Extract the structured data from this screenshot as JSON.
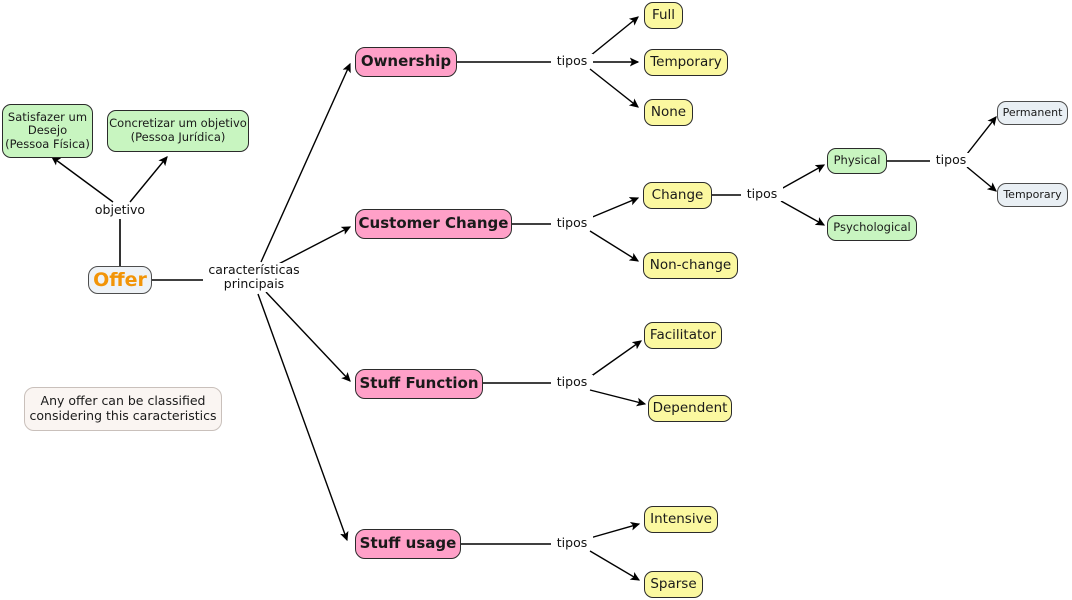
{
  "diagram": {
    "title": "Offer characteristics mind map",
    "background": "#ffffff",
    "palette": {
      "root_fill": "#eef2f6",
      "root_text": "#f29407",
      "green_fill": "#c8f5c0",
      "pink_fill": "#ffa0c8",
      "yellow_fill": "#fbf8a0",
      "gray_fill": "#e9eff4",
      "note_fill": "#faf5f2",
      "line": "#000000"
    }
  },
  "nodes": {
    "root": {
      "label": "Offer"
    },
    "objective_person": {
      "label": "Satisfazer um\nDesejo\n(Pessoa Física)"
    },
    "objective_company": {
      "label": "Concretizar um objetivo\n(Pessoa Jurídica)"
    },
    "ownership": {
      "label": "Ownership"
    },
    "ownership_full": {
      "label": "Full"
    },
    "ownership_temporary": {
      "label": "Temporary"
    },
    "ownership_none": {
      "label": "None"
    },
    "customer_change": {
      "label": "Customer Change"
    },
    "change": {
      "label": "Change"
    },
    "non_change": {
      "label": "Non-change"
    },
    "physical": {
      "label": "Physical"
    },
    "psychological": {
      "label": "Psychological"
    },
    "permanent": {
      "label": "Permanent"
    },
    "temporary": {
      "label": "Temporary"
    },
    "stuff_function": {
      "label": "Stuff Function"
    },
    "facilitator": {
      "label": "Facilitator"
    },
    "dependent": {
      "label": "Dependent"
    },
    "stuff_usage": {
      "label": "Stuff usage"
    },
    "intensive": {
      "label": "Intensive"
    },
    "sparse": {
      "label": "Sparse"
    },
    "note": {
      "label": "Any offer can be classified\nconsidering this caracteristics"
    }
  },
  "edge_labels": {
    "objetivo": "objetivo",
    "caracteristicas_principais": "características\nprincipais",
    "tipos_ownership": "tipos",
    "tipos_customer_change": "tipos",
    "tipos_change": "tipos",
    "tipos_physical": "tipos",
    "tipos_stuff_function": "tipos",
    "tipos_stuff_usage": "tipos"
  },
  "hierarchy": {
    "root": "Offer",
    "branches": [
      {
        "relation": "objetivo",
        "children": [
          "Satisfazer um Desejo (Pessoa Física)",
          "Concretizar um objetivo (Pessoa Jurídica)"
        ]
      },
      {
        "relation": "características principais",
        "children": [
          {
            "name": "Ownership",
            "relation": "tipos",
            "children": [
              "Full",
              "Temporary",
              "None"
            ]
          },
          {
            "name": "Customer Change",
            "relation": "tipos",
            "children": [
              {
                "name": "Change",
                "relation": "tipos",
                "children": [
                  {
                    "name": "Physical",
                    "relation": "tipos",
                    "children": [
                      "Permanent",
                      "Temporary"
                    ]
                  },
                  "Psychological"
                ]
              },
              "Non-change"
            ]
          },
          {
            "name": "Stuff Function",
            "relation": "tipos",
            "children": [
              "Facilitator",
              "Dependent"
            ]
          },
          {
            "name": "Stuff usage",
            "relation": "tipos",
            "children": [
              "Intensive",
              "Sparse"
            ]
          }
        ]
      }
    ]
  }
}
